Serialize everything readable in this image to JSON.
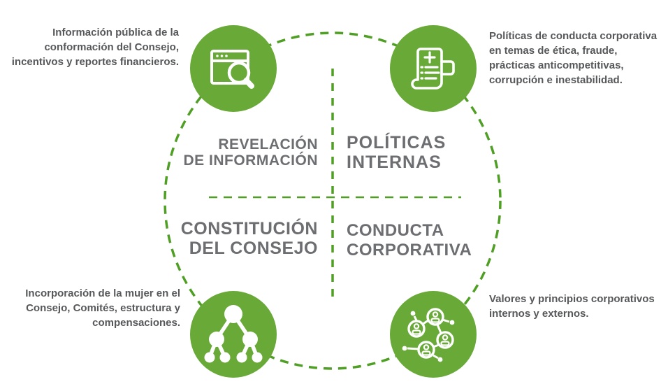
{
  "diagram_title": "Corporate governance quadrant diagram",
  "colors": {
    "bubble_green": "#68a937",
    "dash_green": "#509f25",
    "label_gray": "#6d6e71",
    "text_gray": "#57585a",
    "icon_white": "#ffffff"
  },
  "quadrants": {
    "top_left": {
      "label_lines": [
        "REVELACIÓN",
        "DE INFORMACIÓN"
      ],
      "description_lines": [
        "Información pública  de la",
        "conformación del Consejo,",
        "incentivos y reportes financieros."
      ],
      "icon": "browser-search-icon"
    },
    "top_right": {
      "label_lines": [
        "POLÍTICAS",
        "INTERNAS"
      ],
      "description_lines": [
        "Políticas de conducta corporativa",
        "en temas de ética, fraude,",
        "prácticas anticompetitivas,",
        "corrupción e inestabilidad."
      ],
      "icon": "policy-document-icon"
    },
    "bottom_left": {
      "label_lines": [
        "CONSTITUCIÓN",
        "DEL CONSEJO"
      ],
      "description_lines": [
        "Incorporación de la mujer en el",
        "Consejo, Comités, estructura y",
        "compensaciones."
      ],
      "icon": "hierarchy-icon"
    },
    "bottom_right": {
      "label_lines": [
        "CONDUCTA",
        "CORPORATIVA"
      ],
      "description_lines": [
        "Valores y principios corporativos",
        "internos y externos."
      ],
      "icon": "people-network-icon"
    }
  }
}
